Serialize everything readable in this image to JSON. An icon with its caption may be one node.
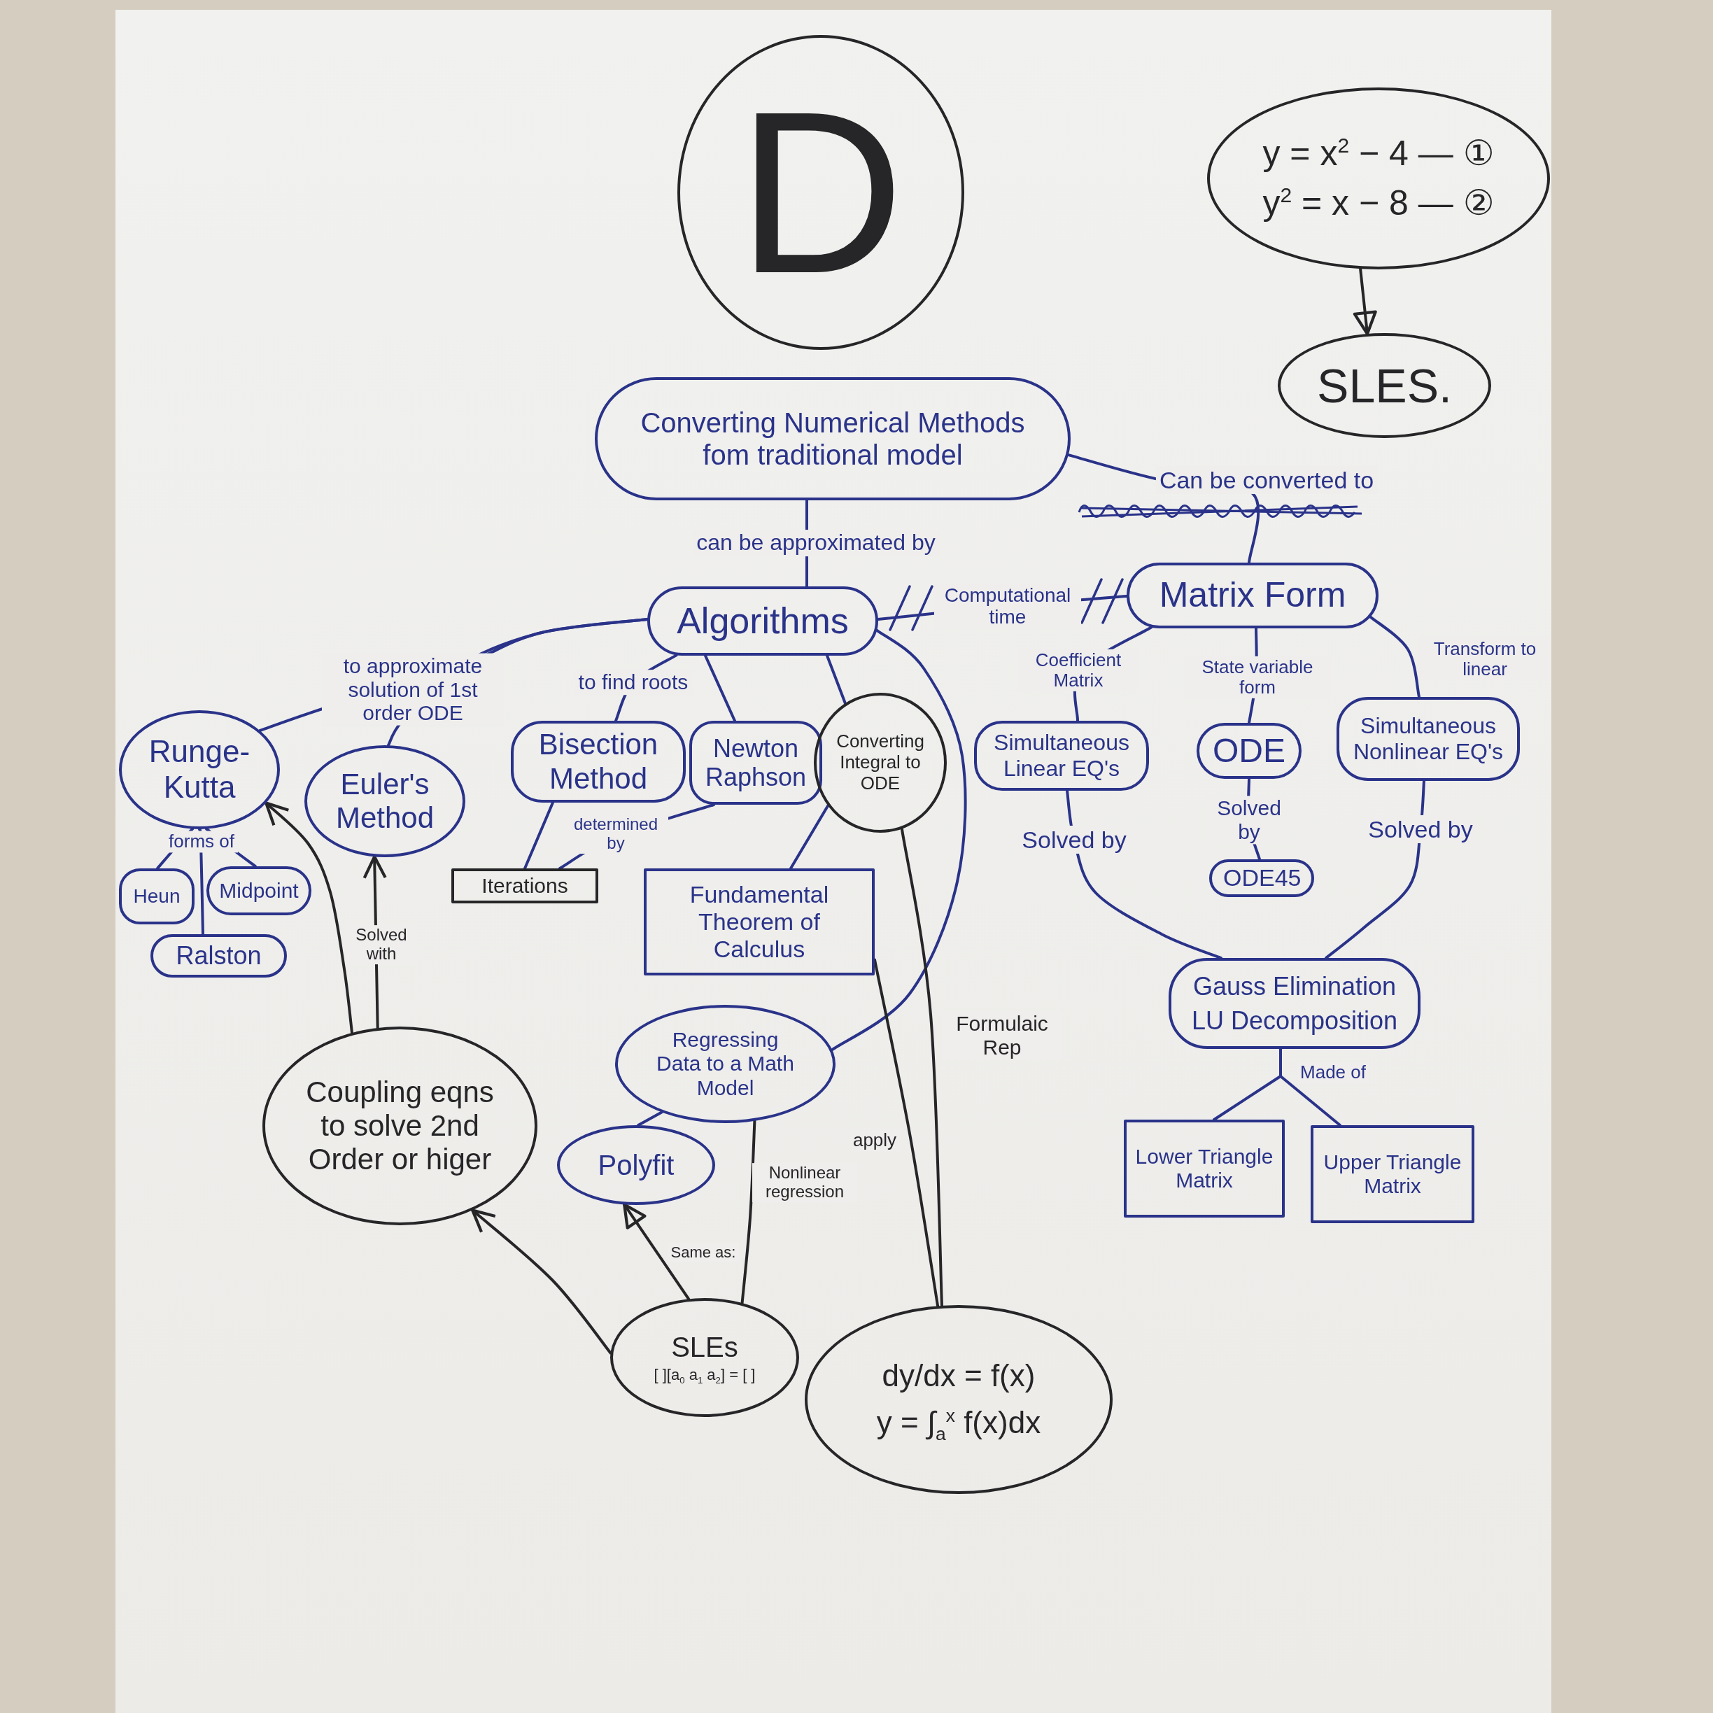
{
  "diagram": {
    "nodes": [
      {
        "text": [
          "D"
        ]
      },
      {
        "text": [
          "y = x$^{2}$ − 4 — ①",
          "y$^{2}$ = x − 8 — ②"
        ]
      },
      {
        "text": [
          "SLES."
        ]
      },
      {
        "text": [
          "Converting Numerical Methods fom traditional model"
        ]
      },
      {
        "text": [
          "Algorithms"
        ]
      },
      {
        "text": [
          "Matrix Form"
        ]
      },
      {
        "text": [
          "Runge- Kutta"
        ]
      },
      {
        "text": [
          "Euler's Method"
        ]
      },
      {
        "text": [
          "Bisection Method"
        ]
      },
      {
        "text": [
          "Newton Raphson"
        ]
      },
      {
        "text": [
          "Converting Integral to ODE"
        ]
      },
      {
        "text": [
          "Simultaneous Linear EQ's"
        ]
      },
      {
        "text": [
          "ODE"
        ]
      },
      {
        "text": [
          "Simultaneous Nonlinear EQ's"
        ]
      },
      {
        "text": [
          "Iterations"
        ]
      },
      {
        "text": [
          "Heun"
        ]
      },
      {
        "text": [
          "Midpoint"
        ]
      },
      {
        "text": [
          "Fundamental Theorem of Calculus"
        ]
      },
      {
        "text": [
          "ODE45"
        ]
      },
      {
        "text": [
          "Ralston"
        ]
      },
      {
        "text": [
          "Gauss Elimination",
          "LU Decomposition"
        ]
      },
      {
        "text": [
          "Regressing Data to a Math Model"
        ]
      },
      {
        "text": [
          "Coupling eqns to solve 2nd Order or higer"
        ]
      },
      {
        "text": [
          "Lower Triangle Matrix"
        ]
      },
      {
        "text": [
          "Upper Triangle Matrix"
        ]
      },
      {
        "text": [
          "Polyfit"
        ]
      },
      {
        "text": [
          "SLEs",
          "[ ][a$_{0}$ a$_{1}$ a$_{2}$] = [ ]"
        ]
      },
      {
        "text": [
          "dy/dx = f(x)",
          "y = ∫$_{a}$$^{x}$ f(x)dx"
        ]
      }
    ],
    "edges": [
      {
        "from": 1,
        "to": 2,
        "arrow": "to",
        "color": "#262628"
      },
      {
        "from": 3,
        "to": 4,
        "arrow": "none",
        "label": "can be approximated by"
      },
      {
        "from": 3,
        "to": 5,
        "arrow": "none",
        "label": "Can be converted to"
      },
      {
        "from": 4,
        "to": 5,
        "arrow": "none",
        "label": "Computational time"
      },
      {
        "from": 4,
        "to": 6,
        "arrow": "none",
        "label": "to approximate solution of 1st order ODE"
      },
      {
        "from": 4,
        "to": 7,
        "arrow": "none"
      },
      {
        "from": 4,
        "to": 8,
        "arrow": "none",
        "label": "to find roots"
      },
      {
        "from": 4,
        "to": 9,
        "arrow": "none"
      },
      {
        "from": 4,
        "to": 10,
        "arrow": "none"
      },
      {
        "from": 4,
        "to": 21,
        "arrow": "none"
      },
      {
        "from": 10,
        "to": 17,
        "arrow": "none"
      },
      {
        "from": 5,
        "to": 11,
        "arrow": "none",
        "label": "Coefficient Matrix"
      },
      {
        "from": 5,
        "to": 12,
        "arrow": "none",
        "label": "State variable form"
      },
      {
        "from": 5,
        "to": 13,
        "arrow": "none",
        "label": "Transform to linear"
      },
      {
        "from": 12,
        "to": 18,
        "arrow": "none",
        "label": "Solved by"
      },
      {
        "from": 11,
        "to": 20,
        "arrow": "none",
        "label": "Solved by"
      },
      {
        "from": 13,
        "to": 20,
        "arrow": "none",
        "label": "Solved by"
      },
      {
        "from": 8,
        "to": 14,
        "arrow": "none"
      },
      {
        "from": 9,
        "to": 14,
        "arrow": "none",
        "label": "determined by"
      },
      {
        "from": 6,
        "to": 15,
        "arrow": "none"
      },
      {
        "from": 6,
        "to": 16,
        "arrow": "none"
      },
      {
        "from": 6,
        "to": 19,
        "arrow": "none",
        "label": "forms of"
      },
      {
        "from": 20,
        "to": 23,
        "arrow": "none",
        "label": "Made of"
      },
      {
        "from": 20,
        "to": 24,
        "arrow": "none"
      },
      {
        "from": 22,
        "to": 6,
        "arrow": "to",
        "color": "#262628"
      },
      {
        "from": 22,
        "to": 7,
        "arrow": "to",
        "label": "Solved with",
        "color": "#262628"
      },
      {
        "from": 21,
        "to": 25,
        "arrow": "none"
      },
      {
        "from": 26,
        "to": 25,
        "arrow": "to",
        "label": "Same as:",
        "color": "#262628"
      },
      {
        "from": 26,
        "to": 21,
        "arrow": "none",
        "label": "Nonlinear regression",
        "color": "#262628"
      },
      {
        "from": 26,
        "to": 22,
        "arrow": "to",
        "color": "#262628"
      },
      {
        "from": 10,
        "to": 27,
        "arrow": "none",
        "label": "Formulaic Rep",
        "color": "#262628"
      },
      {
        "from": 17,
        "to": 27,
        "arrow": "none",
        "label": "apply",
        "color": "#262628"
      }
    ]
  }
}
